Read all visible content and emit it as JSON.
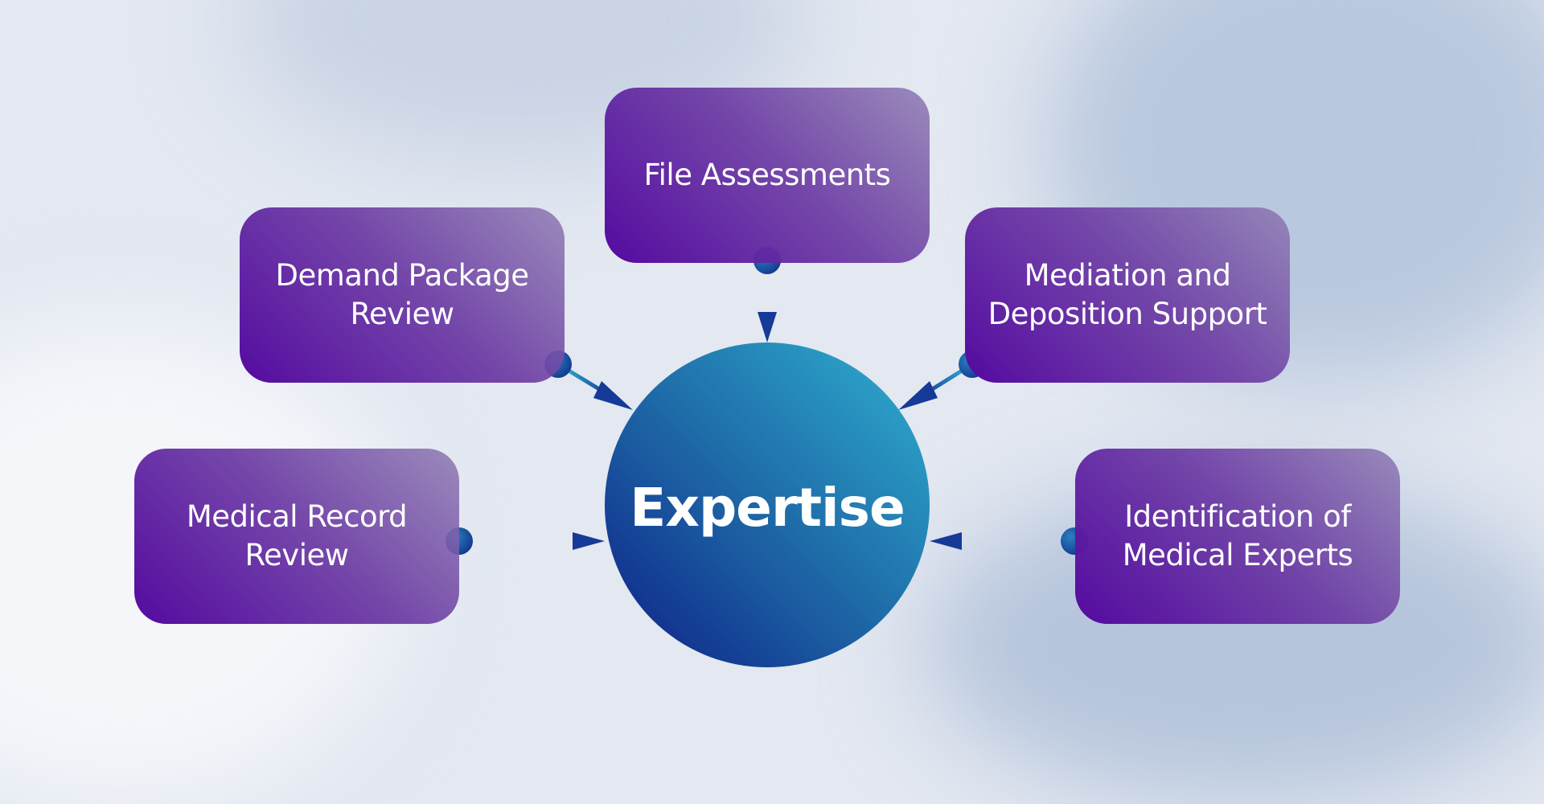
{
  "center": {
    "label": "Expertise"
  },
  "nodes": [
    {
      "id": "file-assessments",
      "label": "File Assessments"
    },
    {
      "id": "demand-package-review",
      "label": "Demand Package\nReview"
    },
    {
      "id": "mediation-deposition-support",
      "label": "Mediation and\nDeposition Support"
    },
    {
      "id": "medical-record-review",
      "label": "Medical Record\nReview"
    },
    {
      "id": "identification-medical-experts",
      "label": "Identification of\nMedical Experts"
    }
  ],
  "colors": {
    "card": "#5a11a2",
    "hub_dark": "#0e1f86",
    "hub_light": "#2fb0d0",
    "connector": "#1a3f9c",
    "background": "#e3e8f1"
  }
}
